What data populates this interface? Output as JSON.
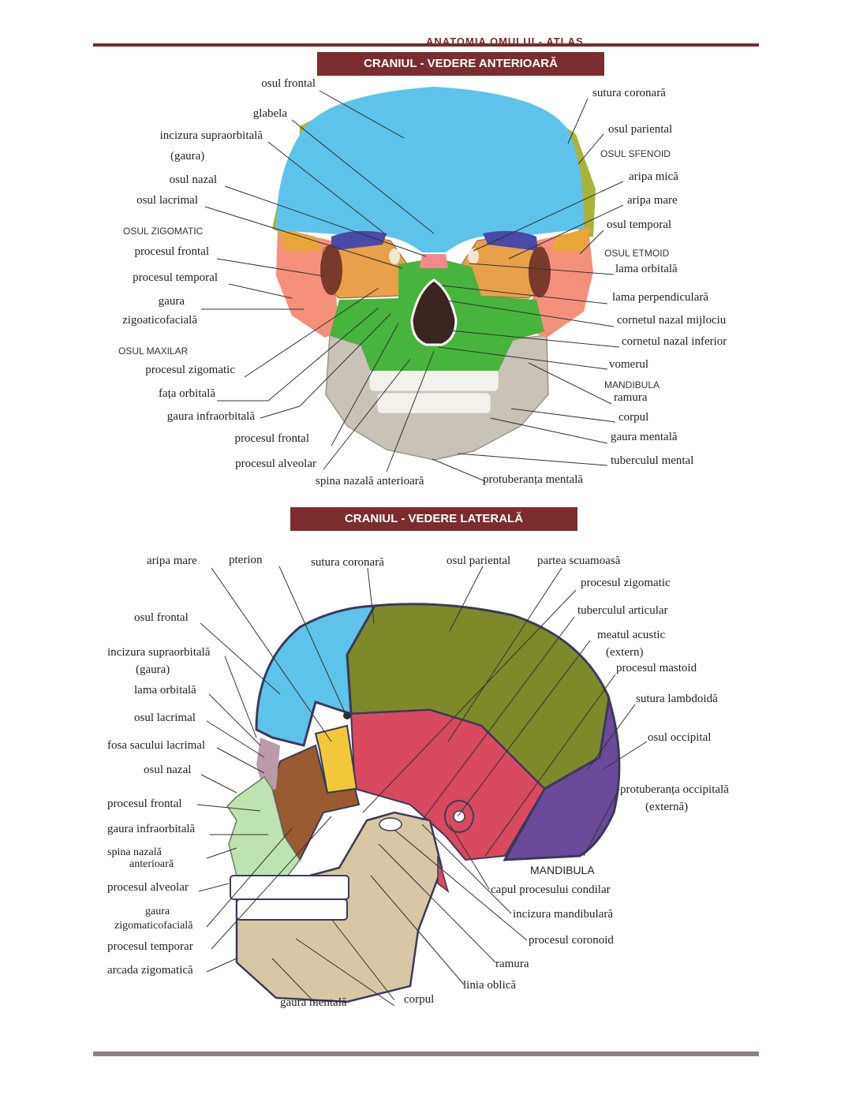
{
  "running_head": "ANATOMIA OMULUI - ATLAS",
  "anterior": {
    "title": "CRANIUL - VEDERE ANTERIOARĂ",
    "left_labels": {
      "osul_frontal": "osul frontal",
      "glabela": "glabela",
      "incizura": "incizura supraorbitală",
      "gaura": "(gaura)",
      "osul_nazal": "osul nazal",
      "osul_lacrimal": "osul lacrimal",
      "osul_zigomatic": "OSUL ZIGOMATIC",
      "procesul_frontal": "procesul frontal",
      "procesul_temporal": "procesul temporal",
      "gaura2": "gaura",
      "zigoaticofaciala": "zigoaticofacială",
      "osul_maxilar": "OSUL MAXILAR",
      "procesul_zigomatic": "procesul zigomatic",
      "fata_orbitala": "fața orbitală",
      "gaura_infraorbitala": "gaura infraorbitală",
      "procesul_frontal2": "procesul frontal",
      "procesul_alveolar": "procesul alveolar",
      "spina": "spina nazală anterioară"
    },
    "right_labels": {
      "sutura_coronara": "sutura coronară",
      "osul_parietal": "osul pariental",
      "osul_sfenoid": "OSUL SFENOID",
      "aripa_mica": "aripa mică",
      "aripa_mare": "aripa mare",
      "osul_temporal": "osul  temporal",
      "osul_etmoid": "OSUL ETMOID",
      "lama_orbitala": "lama orbitală",
      "lama_perpendiculara": "lama perpendiculară",
      "cornetul_mijlociu": "cornetul nazal mijlociu",
      "cornetul_inferior": "cornetul nazal inferior",
      "vomerul": "vomerul",
      "mandibula": "MANDIBULA",
      "ramura": "ramura",
      "corpul": "corpul",
      "gaura_mentala": "gaura mentală",
      "tuberculul_mental": "tuberculul mental",
      "protuberanta_mentala": "protuberanța mentală"
    }
  },
  "lateral": {
    "title": "CRANIUL - VEDERE LATERALĂ",
    "top_labels": {
      "aripa_mare": "aripa mare",
      "pterion": "pterion",
      "sutura_coronara": "sutura coronară",
      "osul_parietal": "osul pariental",
      "partea_scuamoasa": "partea scuamoasă"
    },
    "left_labels": {
      "osul_frontal": "osul frontal",
      "incizura": "incizura supraorbitală",
      "gaura": "(gaura)",
      "lama_orbitala": "lama orbitală",
      "osul_lacrimal": "osul lacrimal",
      "fosa": "fosa sacului lacrimal",
      "osul_nazal": "osul nazal",
      "procesul_frontal": "procesul frontal",
      "gaura_infraorbitala": "gaura infraorbitală",
      "spina": "spina nazală",
      "anterioara": "anterioară",
      "procesul_alveolar": "procesul alveolar",
      "gaura2": "gaura",
      "zigomaticofaciala": "zigomaticofacială",
      "procesul_temporar": "procesul temporar",
      "arcada": "arcada zigomatică",
      "gaura_mentala": "gaura mentală",
      "corpul": "corpul"
    },
    "right_labels": {
      "procesul_zigomatic": "procesul zigomatic",
      "tuberculul_articular": "tuberculul articular",
      "meatul": "meatul acustic",
      "extern": "(extern)",
      "procesul_mastoid": "procesul mastoid",
      "sutura_lambdoida": "sutura lambdoidă",
      "osul_occipital": "osul occipital",
      "protuberanta": "protuberanța occipitală",
      "externa": "(externă)",
      "mandibula": "MANDIBULA",
      "capul": "capul procesului condilar",
      "incizura_mandibulara": "incizura mandibulară",
      "procesul_coronoid": "procesul coronoid",
      "ramura": "ramura",
      "linia_oblica": "linia oblică"
    }
  },
  "colors": {
    "frontal": "#5ec3ea",
    "parietal": "#9aa832",
    "sphenoid": "#eaa53a",
    "temporal": "#f08a6a",
    "zygomatic": "#f08a6a",
    "maxilla": "#47b53d",
    "mandible": "#c7c0b6",
    "occipital": "#6a4a9a",
    "banner": "#7b2c2f"
  }
}
